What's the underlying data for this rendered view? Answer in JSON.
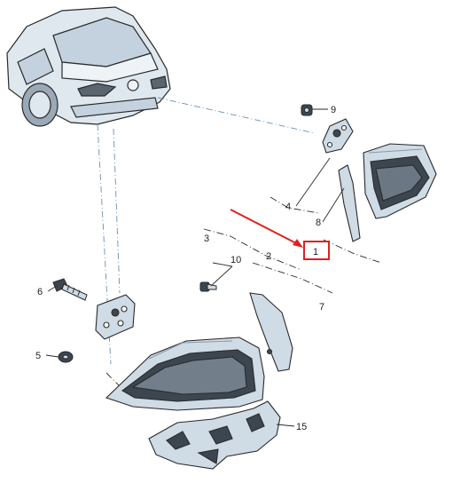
{
  "diagram": {
    "callouts": [
      {
        "id": "c9",
        "label": "9"
      },
      {
        "id": "c4",
        "label": "4"
      },
      {
        "id": "c8",
        "label": "8"
      },
      {
        "id": "c1",
        "label": "1"
      },
      {
        "id": "c3",
        "label": "3"
      },
      {
        "id": "c2",
        "label": "2"
      },
      {
        "id": "c10",
        "label": "10"
      },
      {
        "id": "c6",
        "label": "6"
      },
      {
        "id": "c7",
        "label": "7"
      },
      {
        "id": "c5",
        "label": "5"
      },
      {
        "id": "c15",
        "label": "15"
      }
    ],
    "colors": {
      "line": "#2a2a2a",
      "leader": "#6a8fb0",
      "part_fill": "#cfdbe5",
      "part_dark": "#3c4650",
      "highlight": "#e02020"
    },
    "highlight_callout": "1"
  }
}
